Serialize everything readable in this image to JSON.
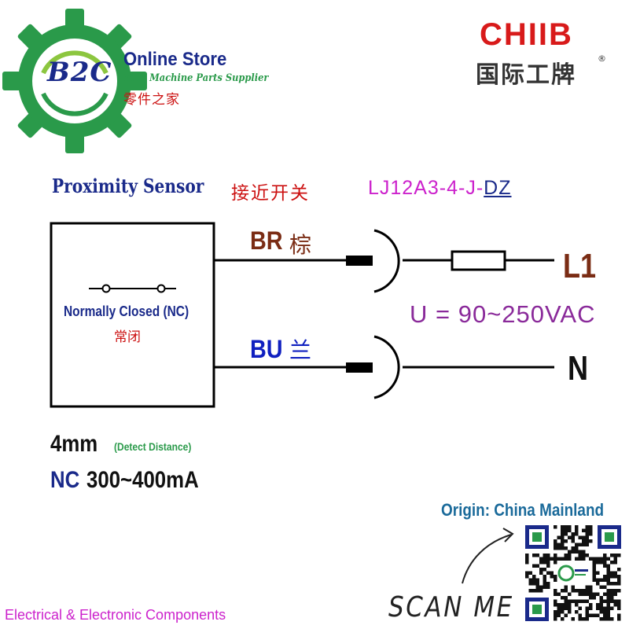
{
  "brand": {
    "logo_text": "B2C",
    "store_name": "Online Store",
    "tagline": "Your Machine Parts Supplier",
    "cn_name": "零件之家"
  },
  "maker": {
    "name": "CHIIB",
    "cn_name": "国际工牌",
    "registered": "®"
  },
  "product": {
    "type": "Proximity Sensor",
    "type_cn": "接近开关",
    "model_prefix": "LJ12A3-4-J-",
    "model_suffix": "DZ"
  },
  "sensor_box": {
    "mode": "Normally Closed (NC)",
    "mode_cn": "常闭"
  },
  "wires": [
    {
      "code": "BR",
      "color_cn": "棕",
      "terminal": "L1",
      "color": "#7a2c14"
    },
    {
      "code": "BU",
      "color_cn": "兰",
      "terminal": "N",
      "color": "#1020c0"
    }
  ],
  "voltage": "U = 90~250VAC",
  "specs": {
    "distance": "4mm",
    "distance_note": "(Detect Distance)",
    "nc_label": "NC",
    "current": "300~400mA"
  },
  "origin": "Origin: China Mainland",
  "scan_me": "SCAN ME",
  "footer": "Electrical & Electronic Components",
  "colors": {
    "accent_green": "#2a9a4a",
    "navy": "#1a2a8a",
    "magenta": "#cc22cc",
    "purple": "#8a2a9a",
    "red_cn": "#cc1111",
    "teal": "#1a6a9a",
    "chiib_red": "#d81a1a"
  }
}
